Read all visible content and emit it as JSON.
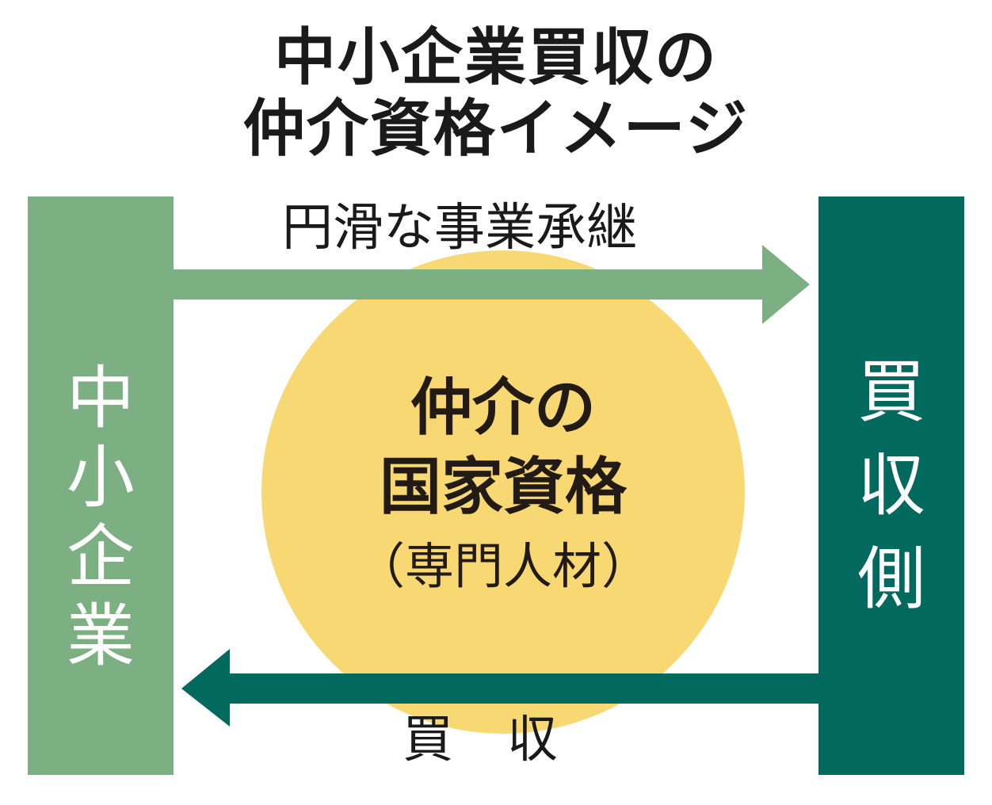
{
  "title": {
    "line1": "中小企業買収の",
    "line2": "仲介資格イメージ"
  },
  "left_column": {
    "label_chars": [
      "中",
      "小",
      "企",
      "業"
    ],
    "color": "#7cb082"
  },
  "right_column": {
    "label_chars": [
      "買",
      "収",
      "側"
    ],
    "color": "#02695e"
  },
  "center": {
    "line1": "仲介の",
    "line2": "国家資格",
    "line3": "（専門人材）",
    "circle_color": "#f7d873"
  },
  "top_arrow": {
    "label": "円滑な事業承継",
    "color": "#7cb082"
  },
  "bottom_arrow": {
    "label": "買　収",
    "color": "#02695e"
  }
}
